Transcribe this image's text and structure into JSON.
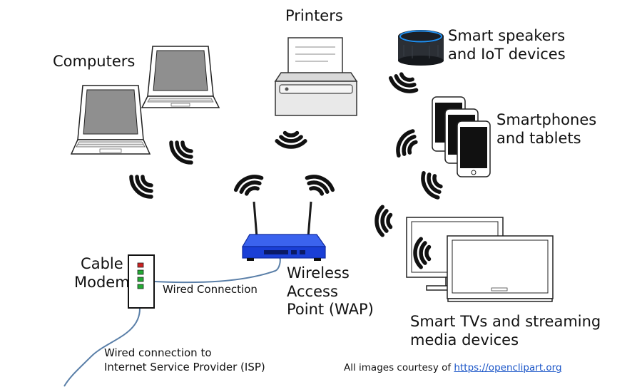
{
  "labels": {
    "computers": "Computers",
    "printers": "Printers",
    "smart_speakers_1": "Smart speakers",
    "smart_speakers_2": "and IoT devices",
    "smartphones_1": "Smartphones",
    "smartphones_2": "and tablets",
    "cable_modem_1": "Cable",
    "cable_modem_2": "Modem",
    "wired_connection": "Wired Connection",
    "wap_1": "Wireless",
    "wap_2": "Access",
    "wap_3": "Point (WAP)",
    "smart_tvs_1": "Smart TVs and streaming",
    "smart_tvs_2": "media devices",
    "isp_1": "Wired connection to",
    "isp_2": "Internet Service Provider (ISP)",
    "credit_prefix": "All images courtesy of",
    "credit_link": "https://openclipart.org"
  },
  "colors": {
    "router": "#1a3fd6",
    "screen": "#8f8f8f",
    "cable": "#5a7fa8",
    "led_red": "#cc2222",
    "led_green": "#22aa33",
    "link": "#1a55c8"
  },
  "icons": {
    "wifi": "wifi-signal-icon",
    "laptop": "laptop-icon",
    "printer": "printer-icon",
    "speaker": "smart-speaker-icon",
    "phone": "smartphone-icon",
    "tv": "monitor-icon",
    "modem": "cable-modem-icon",
    "router": "wireless-router-icon"
  }
}
